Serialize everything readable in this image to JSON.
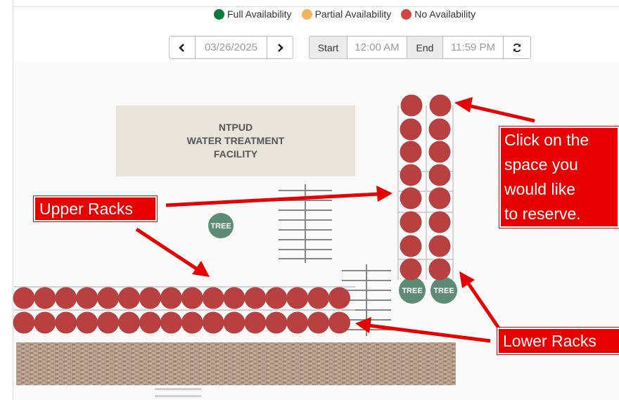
{
  "legend": {
    "items": [
      {
        "label": "Full Availability",
        "color": "#0d7a3c"
      },
      {
        "label": "Partial Availability",
        "color": "#f0b45e"
      },
      {
        "label": "No Availability",
        "color": "#d24545"
      }
    ]
  },
  "date_picker": {
    "date": "03/26/2025",
    "prev_icon": "chevron-left-icon",
    "next_icon": "chevron-right-icon"
  },
  "time_range": {
    "start_label": "Start",
    "start_value": "12:00 AM",
    "end_label": "End",
    "end_value": "11:59 PM",
    "refresh_icon": "refresh-icon"
  },
  "map": {
    "facility_label": "NTPUD\nWATER TREATMENT\nFACILITY",
    "tree_label": "TREE",
    "spot_color": "#b94040",
    "tree_color": "#5e8a78",
    "right_rack_rows": 8,
    "right_rack_columns": 2,
    "lower_rack_columns": 16,
    "lower_rack_rows": 2
  },
  "callouts": {
    "upper": "Upper Racks",
    "click": "Click on the\nspace you\nwould like\nto reserve.",
    "lower": "Lower Racks",
    "color": "#e60000"
  }
}
